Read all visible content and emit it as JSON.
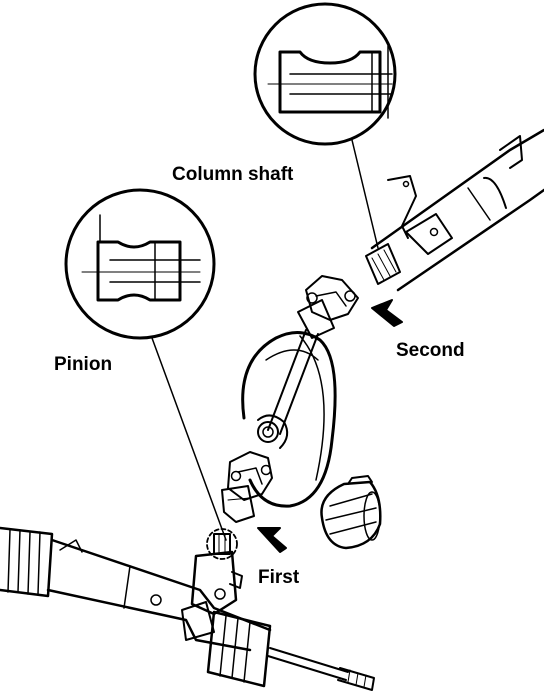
{
  "labels": {
    "column_shaft": "Column shaft",
    "pinion": "Pinion",
    "second": "Second",
    "first": "First"
  },
  "colors": {
    "ink": "#000000",
    "paper": "#ffffff"
  },
  "icons": [
    "arrow-icon",
    "magnifier-callout"
  ]
}
